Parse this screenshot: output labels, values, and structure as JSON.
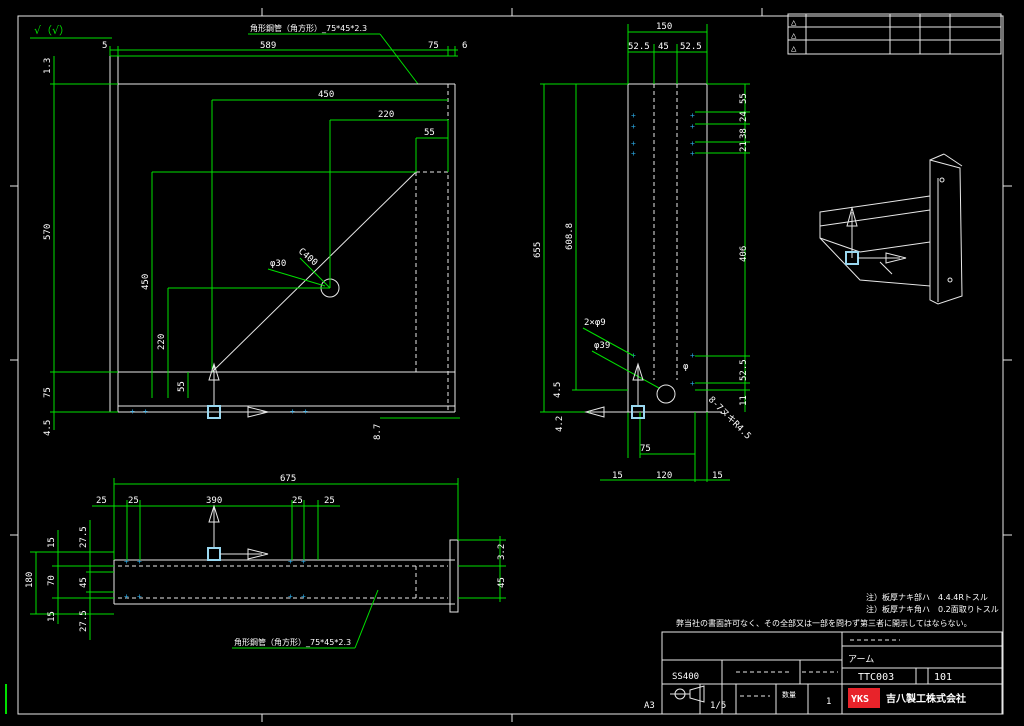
{
  "drawing": {
    "surface_mark": "√（√）",
    "material_note_top": "角形鋼管（角方形）_75*45*2.3",
    "material_note_bottom": "角形鋼管（角方形）_75*45*2.3",
    "front_view": {
      "dims_top": [
        "5",
        "589",
        "75",
        "6"
      ],
      "dims_inner": [
        "450",
        "220",
        "55"
      ],
      "dims_left": [
        "1.3",
        "570",
        "450",
        "220",
        "55",
        "75",
        "4.5"
      ],
      "dim_bottom_right": "8.7",
      "label_c": "C400",
      "label_hole": "φ30"
    },
    "side_view": {
      "dims_top": [
        "150",
        "52.5",
        "45",
        "52.5"
      ],
      "dims_left": [
        "655",
        "608.8",
        "4.5",
        "4.2"
      ],
      "dims_right": [
        "55",
        "24",
        "38",
        "21",
        "406",
        "52.5",
        "11"
      ],
      "dims_bottom": [
        "75",
        "15",
        "120",
        "15"
      ],
      "label_holes_1": "2×φ9",
      "label_holes_2": "φ39",
      "label_r": "8-7ヌキR4.5",
      "label_phi": "φ"
    },
    "plan_view": {
      "dim_overall": "675",
      "dims_top": [
        "25",
        "25",
        "390",
        "25",
        "25"
      ],
      "dims_left_outer": [
        "180"
      ],
      "dims_left_mid": [
        "15",
        "70",
        "15"
      ],
      "dims_left_inner": [
        "27.5",
        "45",
        "27.5"
      ],
      "dims_right": [
        "3.2",
        "45"
      ]
    }
  },
  "notes": {
    "note1": "注）板厚ナキ部ハ　4.4.4Rトスル",
    "note2": "注）板厚ナキ角ハ　0.2面取りトスル",
    "copyright": "弊当社の書面許可なく、その全部又は一部を問わず第三者に開示してはならない。"
  },
  "revision_table": {
    "symbols": [
      "△",
      "△",
      "△"
    ]
  },
  "title_block": {
    "material": "SS400",
    "part_name": "アーム",
    "drawing_number": "TTC003",
    "sheet_number": "101",
    "paper_size": "A3",
    "scale": "1/5",
    "qty_label": "数量",
    "qty": "1",
    "company": "吉八製工株式会社",
    "logo_text": "YKS"
  },
  "colors": {
    "background": "#000000",
    "dimension": "#00e000",
    "geometry": "#e8e8e8",
    "hole_marks": "#2aa6e0",
    "logo": "#e8232a"
  }
}
